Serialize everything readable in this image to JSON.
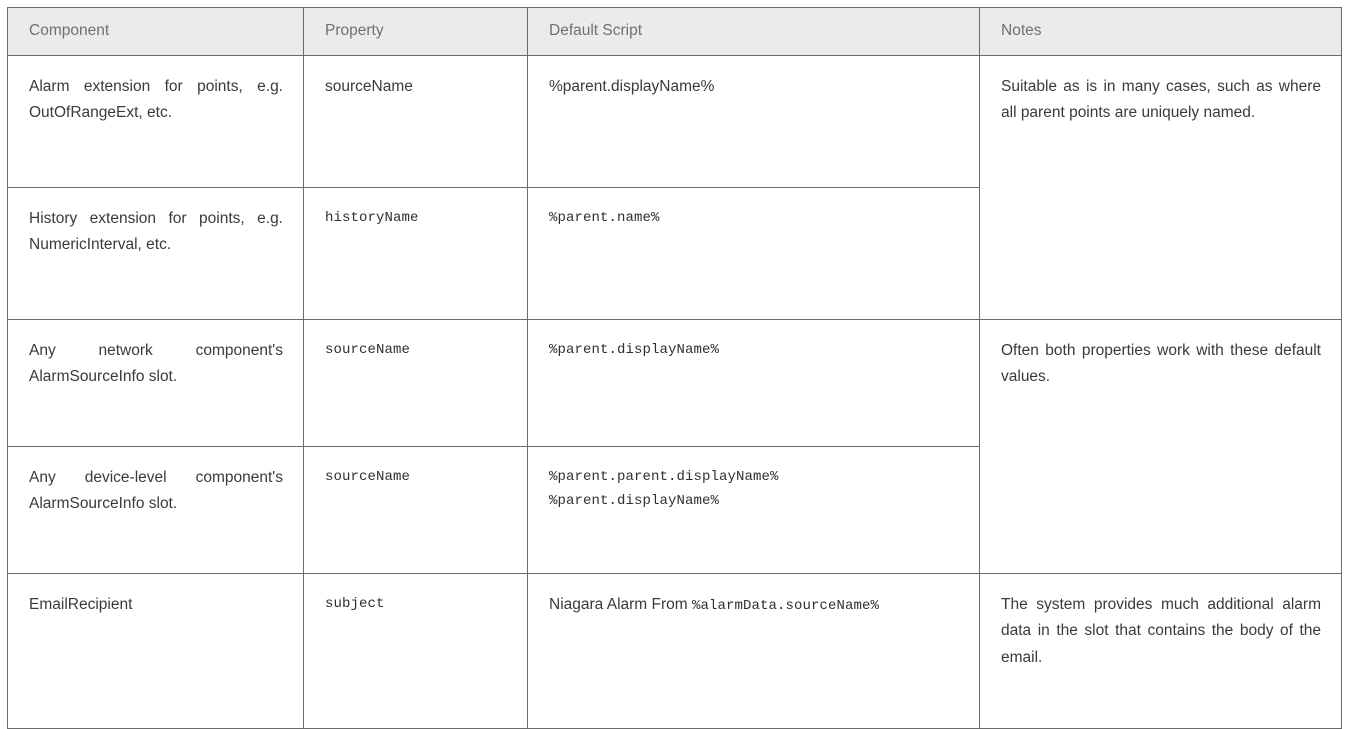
{
  "table": {
    "headers": [
      {
        "label": "Component"
      },
      {
        "label": "Property"
      },
      {
        "label": "Default Script"
      },
      {
        "label": "Notes"
      }
    ],
    "rows": [
      {
        "component": "Alarm extension for points, e.g. OutOfRangeExt, etc.",
        "property": "sourceName",
        "property_mono": false,
        "script_lines": [
          "%parent.displayName%"
        ],
        "script_mono": false,
        "script_prefix": "",
        "notes": "Suitable as is in many cases, such as where all parent points are uniquely named.",
        "notes_rowspan": 2
      },
      {
        "component": "History extension for points, e.g. NumericInterval, etc.",
        "property": "historyName",
        "property_mono": true,
        "script_lines": [
          "%parent.name%"
        ],
        "script_mono": true,
        "script_prefix": "",
        "notes": null,
        "notes_rowspan": 0
      },
      {
        "component": "Any network component's AlarmSourceInfo slot.",
        "property": "sourceName",
        "property_mono": true,
        "script_lines": [
          "%parent.displayName%"
        ],
        "script_mono": true,
        "script_prefix": "",
        "notes": "Often both properties work with these default values.",
        "notes_rowspan": 2
      },
      {
        "component": "Any device-level component's AlarmSourceInfo slot.",
        "property": "sourceName",
        "property_mono": true,
        "script_lines": [
          "%parent.parent.displayName%",
          "%parent.displayName%"
        ],
        "script_mono": true,
        "script_prefix": "",
        "notes": null,
        "notes_rowspan": 0
      },
      {
        "component": "EmailRecipient",
        "property": "subject",
        "property_mono": true,
        "script_lines": [
          "%alarmData.sourceName%"
        ],
        "script_mono": true,
        "script_prefix": "Niagara Alarm From ",
        "notes": "The system provides much additional alarm data in the slot that contains the body of the email.",
        "notes_rowspan": 1
      }
    ]
  },
  "colors": {
    "header_background": "#ebebeb",
    "header_text": "#707070",
    "border": "#6a6a6a",
    "body_text": "#3a3a3a",
    "page_background": "#ffffff"
  }
}
